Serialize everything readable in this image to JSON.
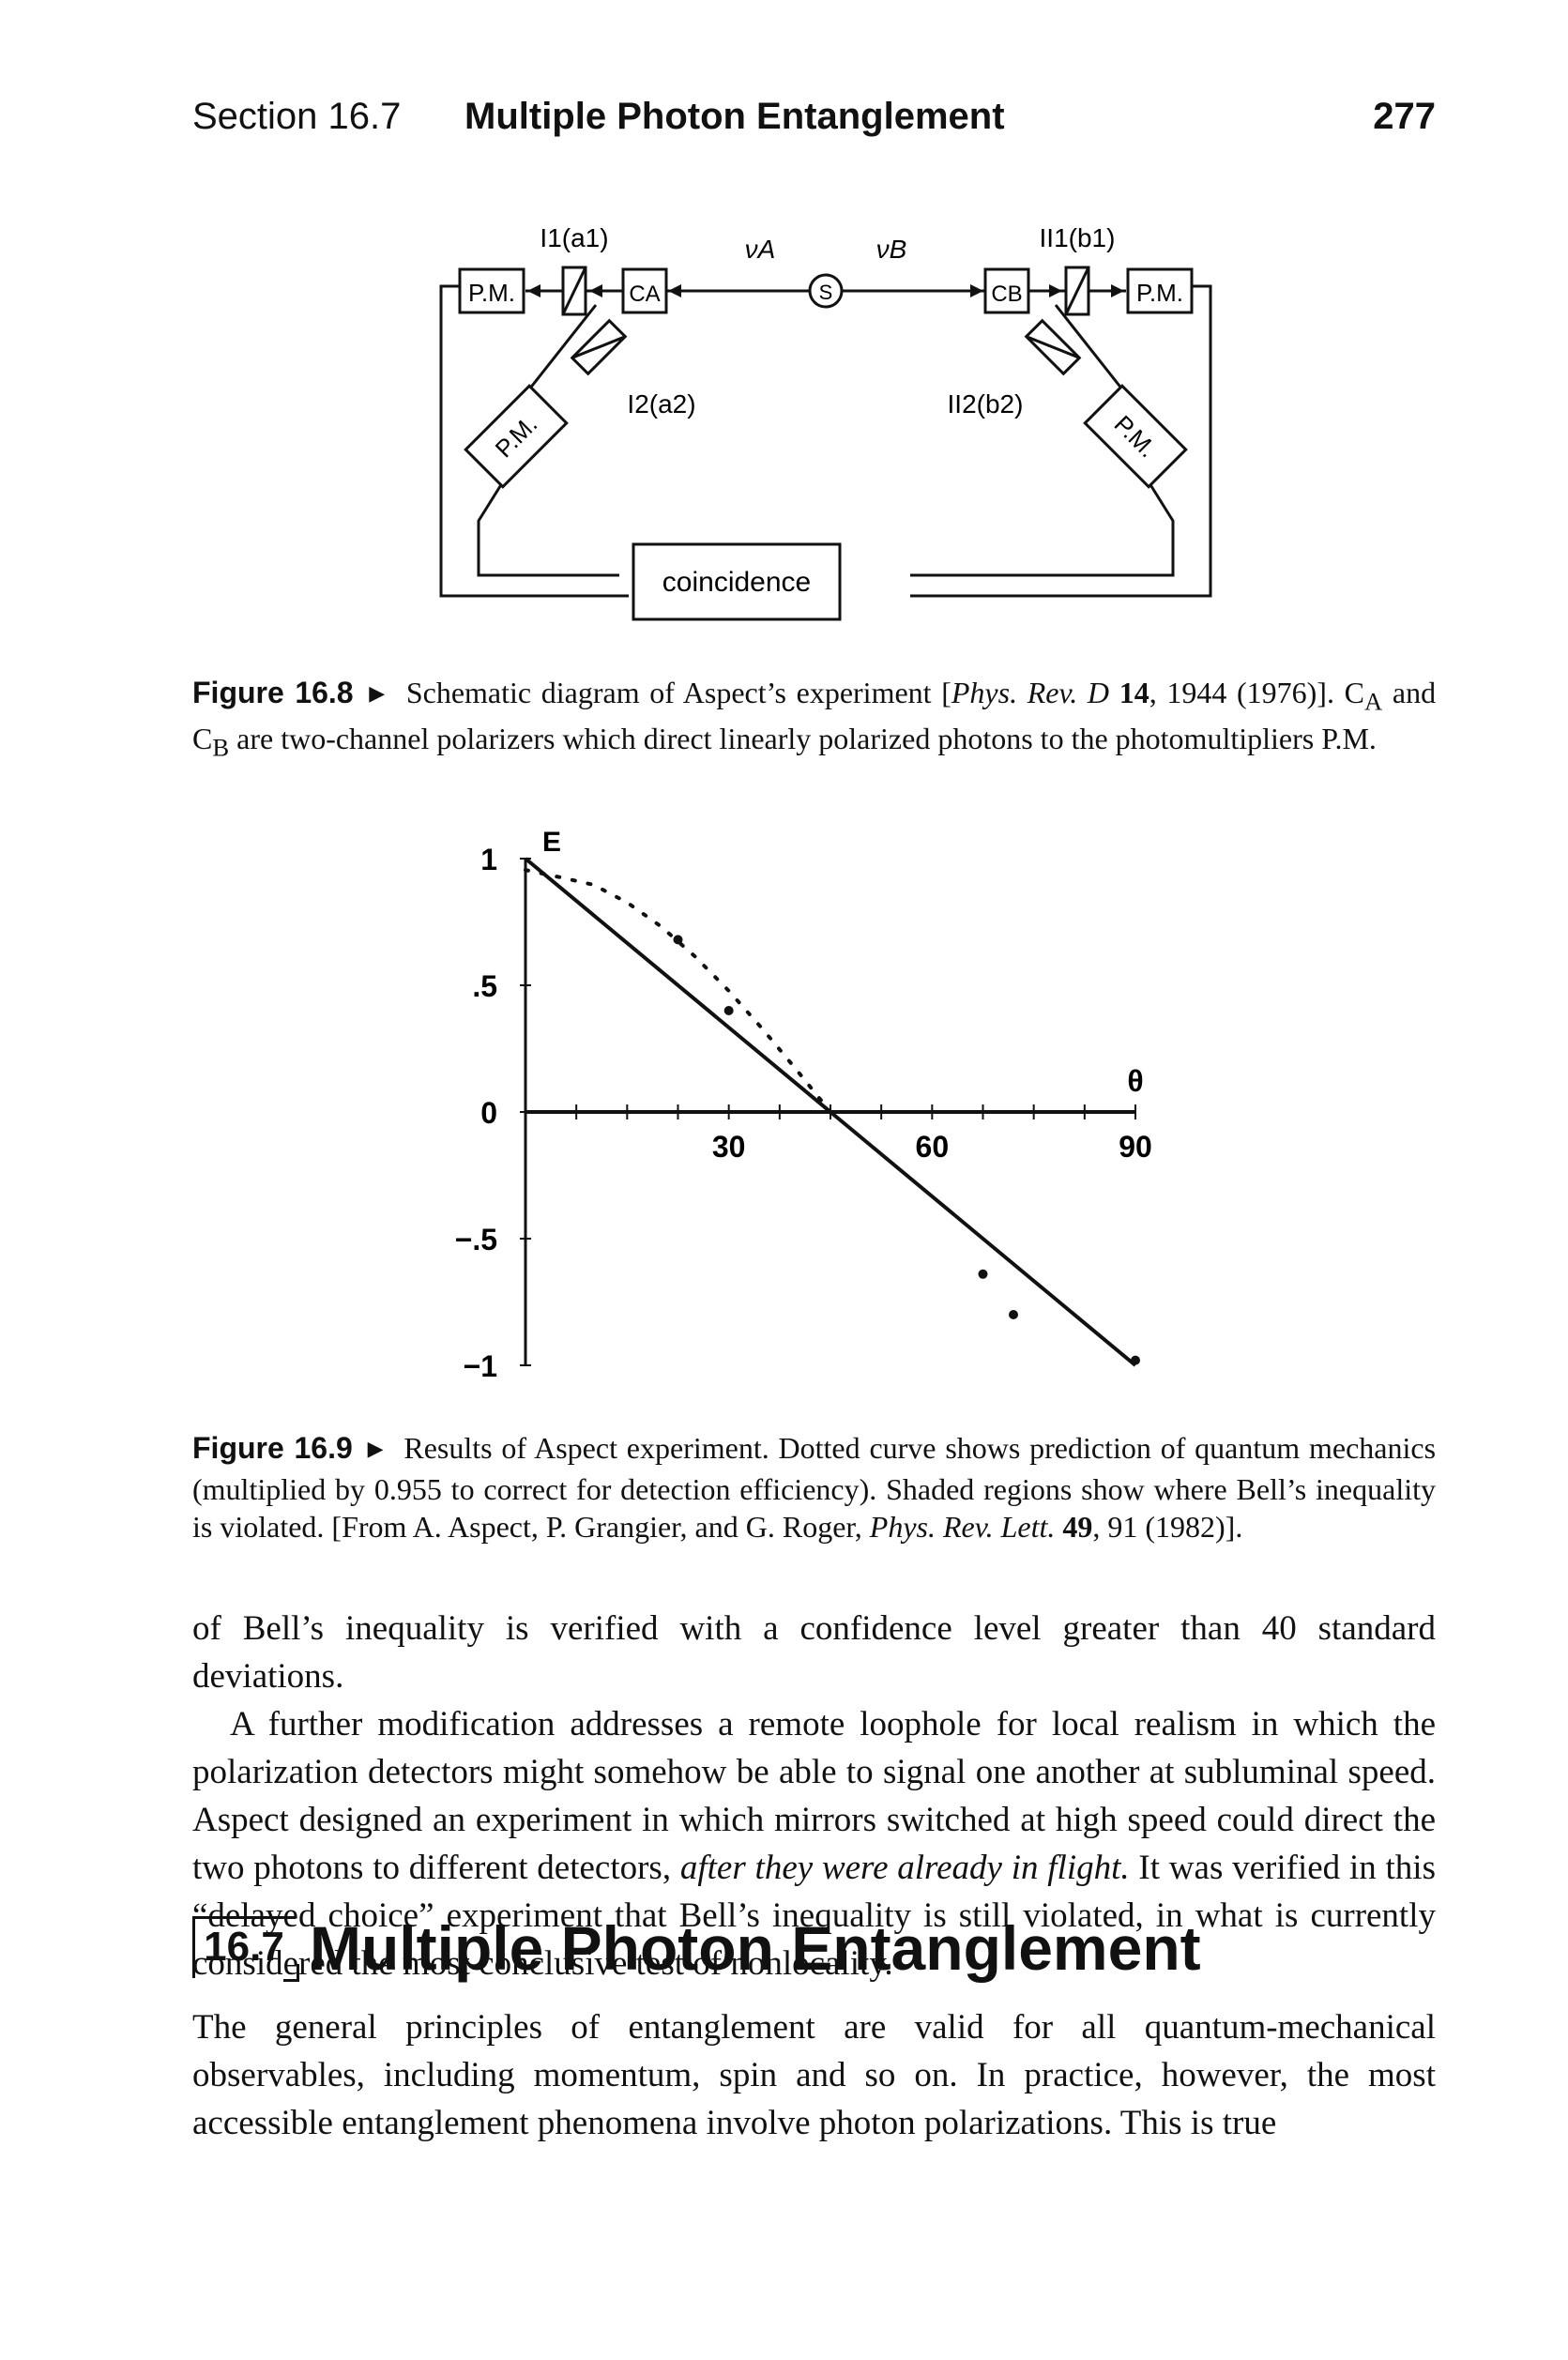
{
  "running_header": {
    "section": "Section 16.7",
    "title": "Multiple Photon Entanglement",
    "page_number": "277"
  },
  "figure_16_8": {
    "labels": {
      "pm_left": "P.M.",
      "pm_right": "P.M.",
      "pm_lower_left": "P.M.",
      "pm_lower_right": "P.M.",
      "ca": "CA",
      "cb": "CB",
      "source": "S",
      "nu_a": "νA",
      "nu_b": "νB",
      "i1": "I1(a1)",
      "ii1": "II1(b1)",
      "i2": "I2(a2)",
      "ii2": "II2(b2)",
      "coincidence": "coincidence"
    },
    "caption": {
      "label": "Figure 16.8",
      "text_a": "Schematic diagram of Aspect’s experiment [",
      "journal": "Phys. Rev. D",
      "volume": "14",
      "text_b": ", 1944 (1976)]. C",
      "sub_a": "A",
      "text_c": " and C",
      "sub_b": "B",
      "text_d": " are two-channel polarizers which direct linearly polarized photons to the photomultipliers P.M."
    }
  },
  "chart_data": {
    "type": "line",
    "title": "",
    "xlabel": "θ",
    "ylabel": "E",
    "xlim": [
      0,
      90
    ],
    "ylim": [
      -1,
      1
    ],
    "x_ticks": [
      "30",
      "60",
      "90"
    ],
    "y_ticks": [
      "1",
      ".5",
      "0",
      "−.5",
      "−1"
    ],
    "series": [
      {
        "style": "solid line",
        "x": [
          0,
          90
        ],
        "y": [
          1,
          -1
        ]
      },
      {
        "style": "dotted curve",
        "x": [
          0,
          5,
          10,
          15,
          20,
          25,
          30,
          35,
          40,
          45
        ],
        "y": [
          0.955,
          0.927,
          0.897,
          0.827,
          0.732,
          0.614,
          0.478,
          0.327,
          0.166,
          0.0
        ]
      },
      {
        "style": "points",
        "x": [
          22.5,
          30,
          67.5,
          72,
          90
        ],
        "y": [
          0.68,
          0.4,
          -0.64,
          -0.8,
          -0.98
        ]
      }
    ]
  },
  "figure_16_9": {
    "caption": {
      "label": "Figure 16.9",
      "text_a": "Results of Aspect experiment. Dotted curve shows prediction of quantum mechanics (multiplied by 0.955 to correct for detection efficiency). Shaded regions show where Bell’s inequality is violated. [From A. Aspect, P. Grangier, and G. Roger, ",
      "journal": "Phys. Rev. Lett.",
      "volume": "49",
      "text_b": ", 91 (1982)]."
    }
  },
  "body": {
    "p1": "of Bell’s inequality is verified with a confidence level greater than 40 standard deviations.",
    "p2_a": "A further modification addresses a remote loophole for local realism in which the polarization detectors might somehow be able to signal one another at subluminal speed. Aspect designed an experiment in which mirrors switched at high speed could direct the two photons to different detectors, ",
    "p2_italic": "after they were already in flight.",
    "p2_b": " It was verified in this “delayed choice” experiment that Bell’s inequality is still violated, in what is currently considered the most conclusive test of nonlocality.",
    "section_number": "16.7",
    "section_title": "Multiple Photon Entanglement",
    "p3": "The general principles of entanglement are valid for all quantum-mechanical observables, including momentum, spin and so on. In practice, however, the most accessible entanglement phenomena involve photon polarizations. This is true"
  }
}
